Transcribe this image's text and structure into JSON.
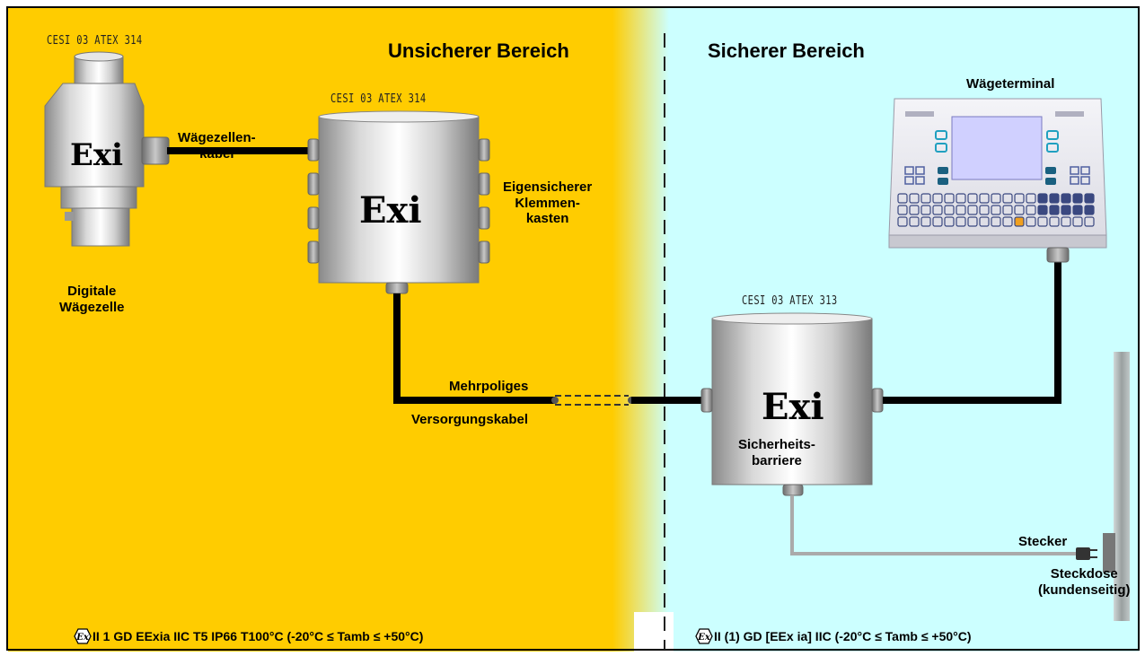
{
  "zones": {
    "hazardous_title": "Unsicherer Bereich",
    "safe_title": "Sicherer Bereich"
  },
  "certificates": {
    "load_cell": "CESI 03 ATEX 314",
    "junction_box": "CESI 03 ATEX 314",
    "barrier": "CESI 03 ATEX 313"
  },
  "labels": {
    "cable_line1": "Wägezellen-",
    "cable_line2": "kabel",
    "junction_line1": "Eigensicherer",
    "junction_line2": "Klemmen-",
    "junction_line3": "kasten",
    "load_cell_line1": "Digitale",
    "load_cell_line2": "Wägezelle",
    "supply_line1": "Mehrpoliges",
    "supply_line2": "Versorgungskabel",
    "barrier_line1": "Sicherheits-",
    "barrier_line2": "barriere",
    "terminal": "Wägeterminal",
    "plug": "Stecker",
    "socket_line1": "Steckdose",
    "socket_line2": "(kundenseitig)"
  },
  "ex_symbol": "Exi",
  "bottom": {
    "left": "II 1 GD EExia IIC T5 IP66 T100°C (-20°C ≤ Tamb ≤ +50°C)",
    "right": "II (1) GD [EEx ia] IIC (-20°C ≤ Tamb ≤ +50°C)"
  },
  "colors": {
    "hazardous": "#FFCC00",
    "safe": "#CCFFFF",
    "frame": "#000000"
  }
}
